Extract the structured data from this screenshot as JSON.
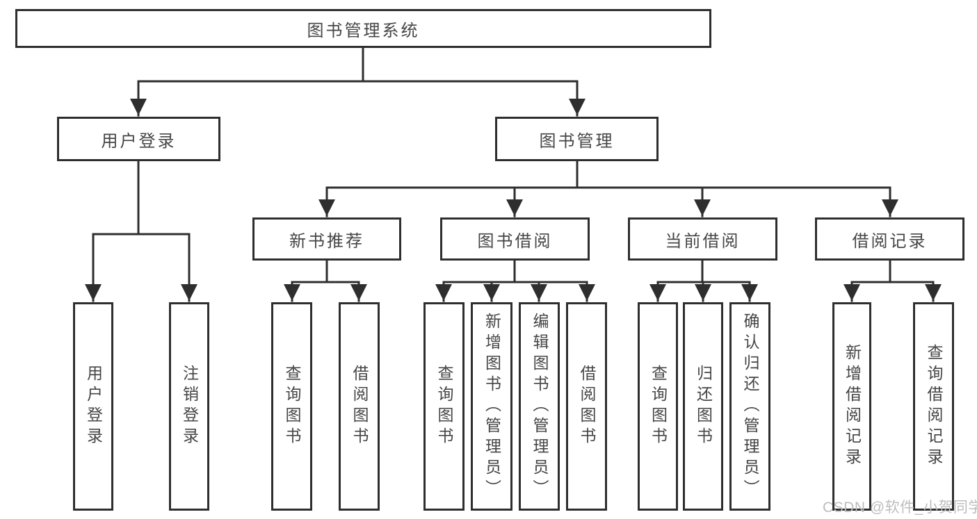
{
  "diagram": {
    "title": "图书管理系统",
    "level2": [
      {
        "label": "用户登录"
      },
      {
        "label": "图书管理"
      }
    ],
    "level3": [
      {
        "label": "新书推荐"
      },
      {
        "label": "图书借阅"
      },
      {
        "label": "当前借阅"
      },
      {
        "label": "借阅记录"
      }
    ],
    "leaves": {
      "user_login": [
        "用户登录",
        "注销登录"
      ],
      "new_book": [
        "查询图书",
        "借阅图书"
      ],
      "book_borrow": [
        "查询图书",
        "新增图书（管理员）",
        "编辑图书（管理员）",
        "借阅图书"
      ],
      "current_borrow": [
        "查询图书",
        "归还图书",
        "确认归还（管理员）"
      ],
      "borrow_records": [
        "新增借阅记录",
        "查询借阅记录"
      ]
    }
  },
  "watermark": "CSDN @软件_小贺同学",
  "colors": {
    "line": "#2e2e2e",
    "border": "#2e2e2e",
    "text": "#454545",
    "watermark": "#bdbdbd",
    "background": "#ffffff"
  }
}
